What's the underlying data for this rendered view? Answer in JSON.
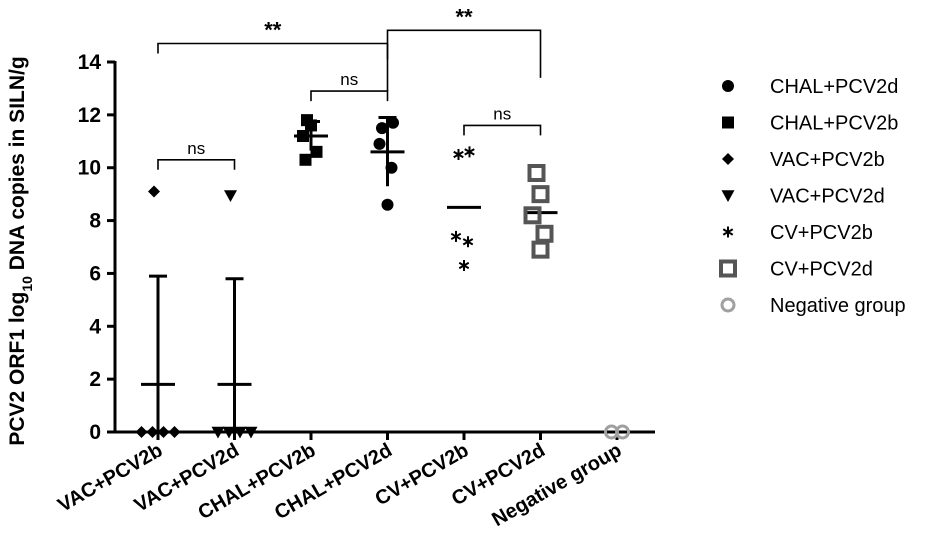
{
  "chart_data": {
    "type": "scatter",
    "title": "",
    "xlabel": "",
    "ylabel_parts": {
      "before": "PCV2 ORF1 log",
      "sub": "10",
      "after": " DNA copies in SILN/g"
    },
    "ylim": [
      0,
      14
    ],
    "yticks": [
      "0",
      "2",
      "4",
      "6",
      "8",
      "10",
      "12",
      "14"
    ],
    "categories": [
      "VAC+PCV2b",
      "VAC+PCV2d",
      "CHAL+PCV2b",
      "CHAL+PCV2d",
      "CV+PCV2b",
      "CV+PCV2d",
      "Negative group"
    ],
    "grid": false,
    "legend_position": "right",
    "series": [
      {
        "name": "VAC+PCV2b",
        "category": 0,
        "marker": "diamond",
        "color": "#000000",
        "values": [
          0,
          0,
          0,
          0,
          9.1
        ],
        "mean": 1.8,
        "sd": 4.1
      },
      {
        "name": "VAC+PCV2d",
        "category": 1,
        "marker": "triangle-down",
        "color": "#000000",
        "values": [
          0,
          0,
          0,
          0,
          8.95
        ],
        "mean": 1.8,
        "sd": 4.0
      },
      {
        "name": "CHAL+PCV2b",
        "category": 2,
        "marker": "square",
        "color": "#000000",
        "values": [
          10.3,
          10.6,
          11.2,
          11.6,
          11.8
        ],
        "mean": 11.2,
        "sd": 0.55
      },
      {
        "name": "CHAL+PCV2d",
        "category": 3,
        "marker": "circle",
        "color": "#000000",
        "values": [
          8.6,
          10.0,
          10.9,
          11.5,
          11.7
        ],
        "mean": 10.6,
        "sd": 1.3
      },
      {
        "name": "CV+PCV2b",
        "category": 4,
        "marker": "asterisk",
        "color": "#000000",
        "values": [
          6.3,
          7.2,
          7.4,
          10.5,
          10.6
        ],
        "mean": 8.5,
        "sd": null
      },
      {
        "name": "CV+PCV2d",
        "category": 5,
        "marker": "open-square",
        "color": "#555555",
        "values": [
          6.9,
          7.5,
          8.2,
          9.0,
          9.8
        ],
        "mean": 8.3,
        "sd": null
      },
      {
        "name": "Negative group",
        "category": 6,
        "marker": "open-circle",
        "color": "#a0a0a0",
        "values": [
          0,
          0
        ],
        "mean": null,
        "sd": null
      }
    ],
    "legend_order": [
      "CHAL+PCV2d",
      "CHAL+PCV2b",
      "VAC+PCV2b",
      "VAC+PCV2d",
      "CV+PCV2b",
      "CV+PCV2d",
      "Negative group"
    ],
    "annotations": [
      {
        "from": 0,
        "to": 1,
        "y": 10.3,
        "label": "ns"
      },
      {
        "from": 2,
        "to": 3,
        "y": 12.9,
        "label": "ns"
      },
      {
        "from": 4,
        "to": 5,
        "y": 11.6,
        "label": "ns"
      },
      {
        "from": 0,
        "to": 3,
        "y": 14.7,
        "label": "**"
      },
      {
        "from": 3,
        "to": 5,
        "y": 15.2,
        "label": "**",
        "drop_left": 14.1
      }
    ]
  }
}
